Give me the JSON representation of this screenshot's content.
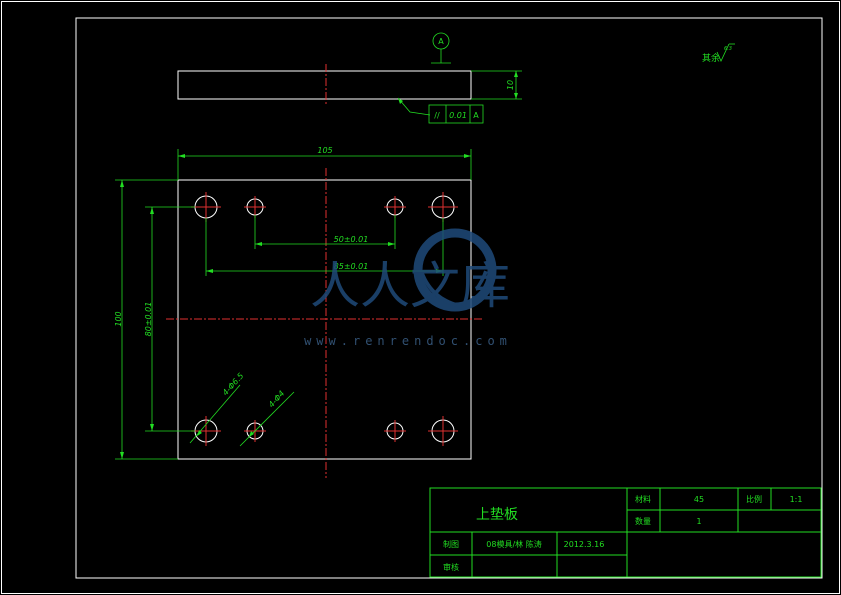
{
  "dimensions": {
    "width_top": "105",
    "height_left": "100",
    "vertical_inner": "80±0.01",
    "horiz_inner_small": "50±0.01",
    "horiz_inner_large": "85±0.01",
    "thickness": "10",
    "hole_large": "4-Φ6.5",
    "hole_small": "4-Φ4"
  },
  "datum": {
    "label": "A"
  },
  "tolerance_frame": {
    "symbol": "//",
    "value": "0.01",
    "datum": "A"
  },
  "roughness": {
    "label": "其余",
    "value": "6.3"
  },
  "title_block": {
    "part_name": "上垫板",
    "material_label": "材料",
    "material_value": "45",
    "scale_label": "比例",
    "scale_value": "1:1",
    "quantity_label": "数量",
    "quantity_value": "1",
    "drawn_label": "制图",
    "drawn_name": "08模具/林 陈涛",
    "drawn_date": "2012.3.16",
    "review_label": "审核"
  },
  "watermark": {
    "text": "人人文库",
    "url": "www.renrendoc.com"
  },
  "colors": {
    "background": "#000000",
    "outline": "#ffffff",
    "dimension": "#22dd22",
    "centerline": "#e03030",
    "watermark": "#1f4a7a"
  }
}
